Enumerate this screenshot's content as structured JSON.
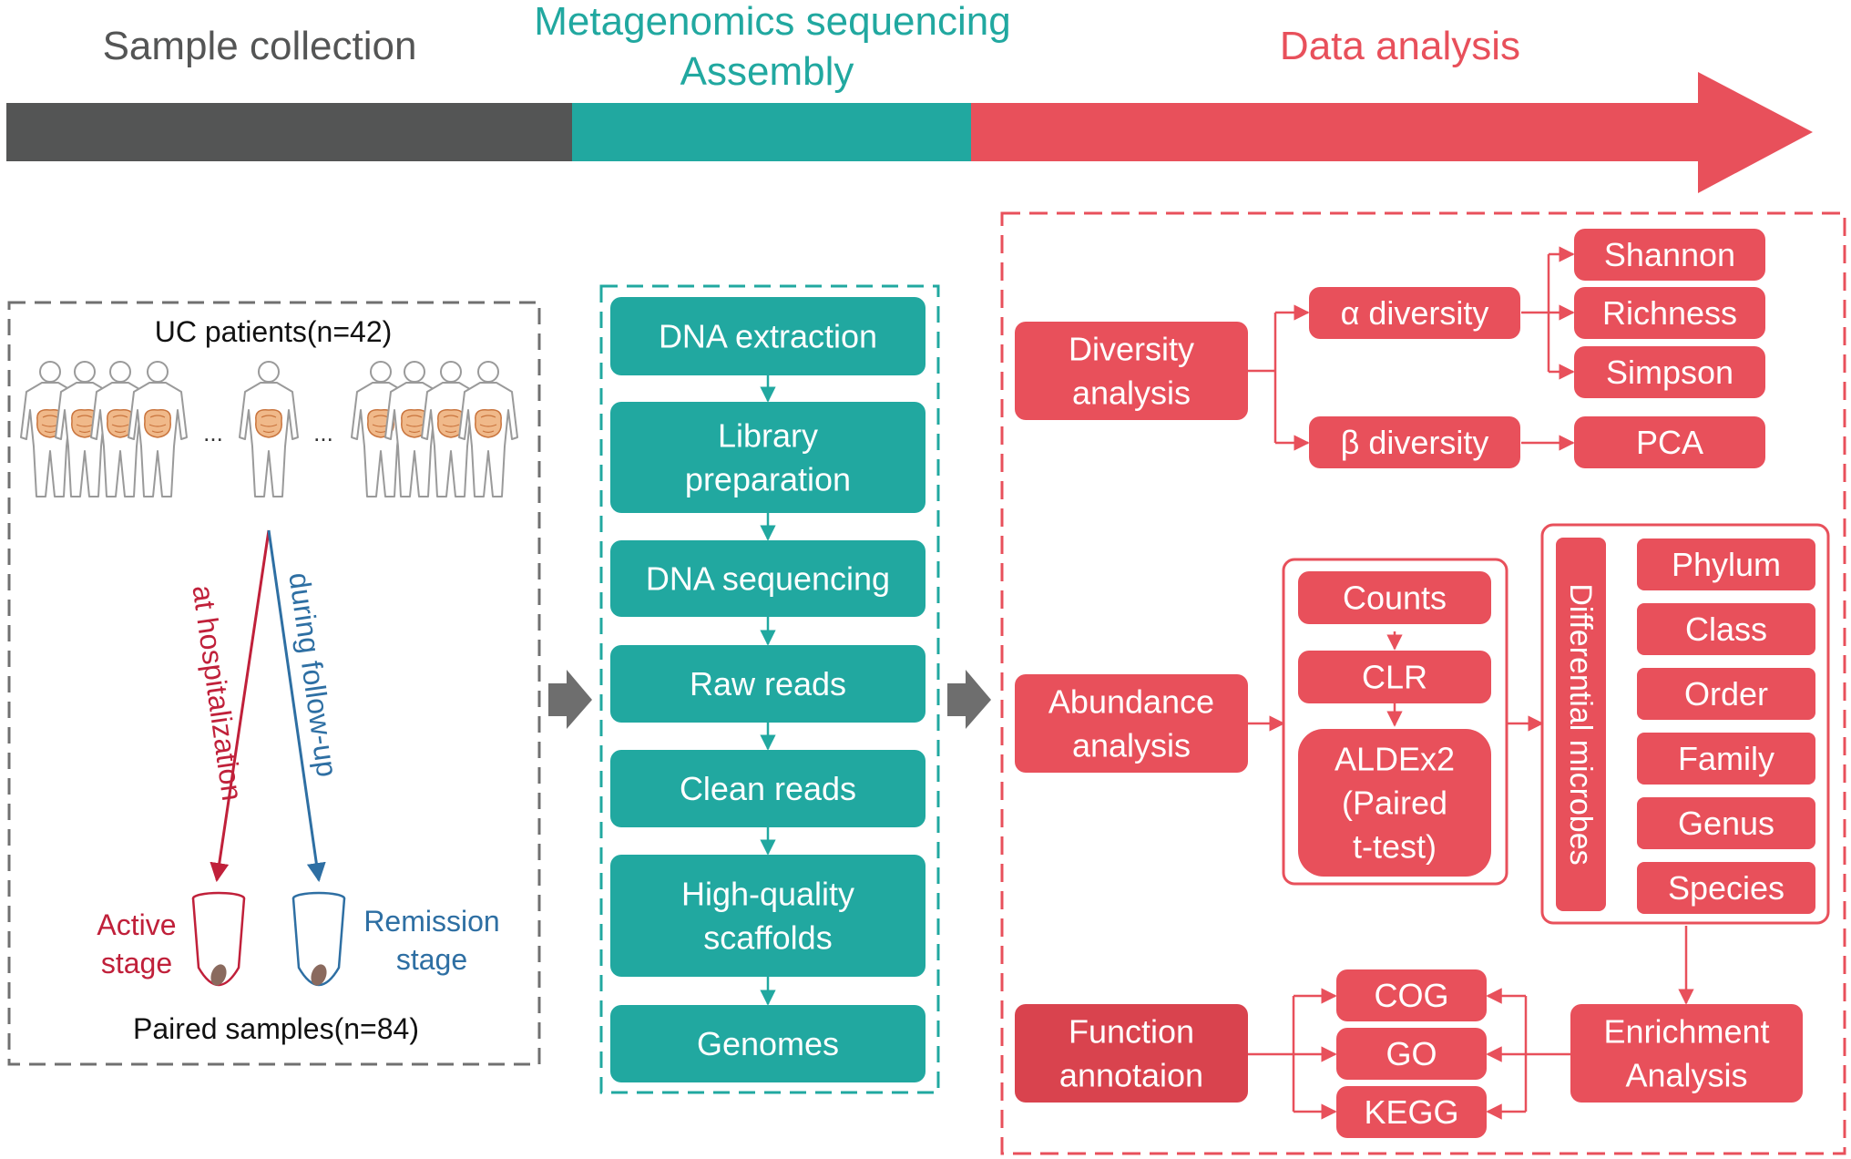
{
  "colors": {
    "gray": "#545555",
    "teal": "#21A8A0",
    "red": "#E8505B",
    "redDark": "#D9434E",
    "darkRed": "#C0203A",
    "blue": "#2E6FA3",
    "dashGray": "#707070",
    "arrowGray": "#6E6E6E"
  },
  "phases": {
    "sample": "Sample collection",
    "meta_line1": "Metagenomics sequencing",
    "meta_line2": "Assembly",
    "data": "Data analysis"
  },
  "sample": {
    "title": "UC patients(n=42)",
    "ellipsis1": "...",
    "ellipsis2": "...",
    "arrow_active": "at hospitalization",
    "arrow_remission": "during follow-up",
    "active_line1": "Active",
    "active_line2": "stage",
    "remission_line1": "Remission",
    "remission_line2": "stage",
    "paired": "Paired samples(n=84)"
  },
  "pipeline": {
    "steps": [
      [
        "DNA extraction"
      ],
      [
        "Library",
        "preparation"
      ],
      [
        "DNA sequencing"
      ],
      [
        "Raw reads"
      ],
      [
        "Clean reads"
      ],
      [
        "High-quality",
        "scaffolds"
      ],
      [
        "Genomes"
      ]
    ]
  },
  "analysis": {
    "diversity": [
      "Diversity",
      "analysis"
    ],
    "alpha": "α diversity",
    "beta": "β diversity",
    "shannon": "Shannon",
    "richness": "Richness",
    "simpson": "Simpson",
    "pca": "PCA",
    "abundance": [
      "Abundance",
      "analysis"
    ],
    "counts": "Counts",
    "clr": "CLR",
    "aldex": [
      "ALDEx2",
      "(Paired",
      "t-test)"
    ],
    "differential": "Differential microbes",
    "taxa": [
      "Phylum",
      "Class",
      "Order",
      "Family",
      "Genus",
      "Species"
    ],
    "enrichment": [
      "Enrichment",
      "Analysis"
    ],
    "function": [
      "Function",
      "annotaion"
    ],
    "cog": "COG",
    "go": "GO",
    "kegg": "KEGG"
  }
}
